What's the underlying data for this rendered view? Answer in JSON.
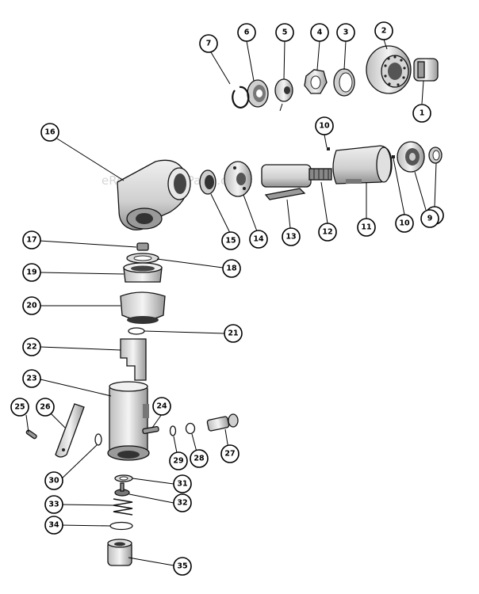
{
  "watermark": "eReplacementParts.com",
  "callouts": [
    {
      "id": "c1",
      "label": "1"
    },
    {
      "id": "c2",
      "label": "2"
    },
    {
      "id": "c3",
      "label": "3"
    },
    {
      "id": "c4",
      "label": "4"
    },
    {
      "id": "c5",
      "label": "5"
    },
    {
      "id": "c6",
      "label": "6"
    },
    {
      "id": "c7",
      "label": "7"
    },
    {
      "id": "c8",
      "label": "8"
    },
    {
      "id": "c9",
      "label": "9"
    },
    {
      "id": "c10a",
      "label": "10"
    },
    {
      "id": "c10b",
      "label": "10"
    },
    {
      "id": "c11",
      "label": "11"
    },
    {
      "id": "c12",
      "label": "12"
    },
    {
      "id": "c13",
      "label": "13"
    },
    {
      "id": "c14",
      "label": "14"
    },
    {
      "id": "c15",
      "label": "15"
    },
    {
      "id": "c16",
      "label": "16"
    },
    {
      "id": "c17",
      "label": "17"
    },
    {
      "id": "c18",
      "label": "18"
    },
    {
      "id": "c19",
      "label": "19"
    },
    {
      "id": "c20",
      "label": "20"
    },
    {
      "id": "c21",
      "label": "21"
    },
    {
      "id": "c22",
      "label": "22"
    },
    {
      "id": "c23",
      "label": "23"
    },
    {
      "id": "c24",
      "label": "24"
    },
    {
      "id": "c25",
      "label": "25"
    },
    {
      "id": "c26",
      "label": "26"
    },
    {
      "id": "c27",
      "label": "27"
    },
    {
      "id": "c28",
      "label": "28"
    },
    {
      "id": "c29",
      "label": "29"
    },
    {
      "id": "c30",
      "label": "30"
    },
    {
      "id": "c31",
      "label": "31"
    },
    {
      "id": "c32",
      "label": "32"
    },
    {
      "id": "c33",
      "label": "33"
    },
    {
      "id": "c34",
      "label": "34"
    },
    {
      "id": "c35",
      "label": "35"
    }
  ]
}
